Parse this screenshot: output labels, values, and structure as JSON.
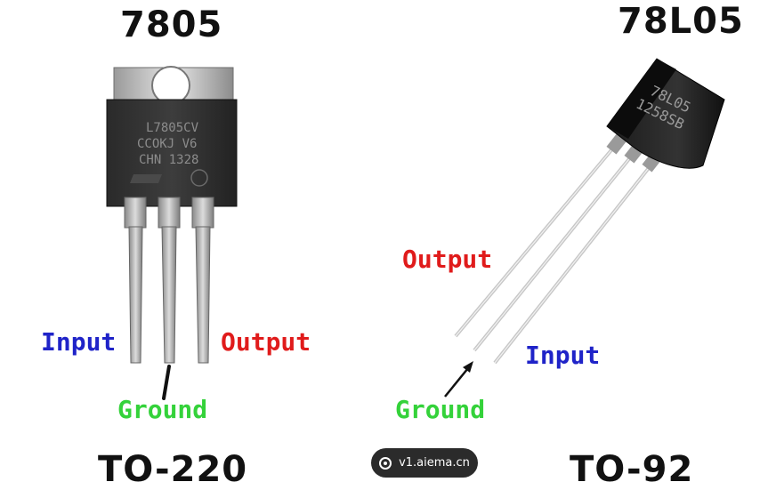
{
  "left": {
    "part_number": "7805",
    "package": "TO-220",
    "marking": [
      "L7805CV",
      "CCOKJ V6",
      "CHN 1328"
    ],
    "pins": {
      "input": "Input",
      "ground": "Ground",
      "output": "Output"
    }
  },
  "right": {
    "part_number": "78L05",
    "package": "TO-92",
    "marking": [
      "78L05",
      "1258SB"
    ],
    "pins": {
      "output": "Output",
      "ground": "Ground",
      "input": "Input"
    }
  },
  "watermark": {
    "text": "v1.aiema.cn",
    "icon": "globe-icon"
  },
  "colors": {
    "input": "#1f23c8",
    "ground": "#34d23a",
    "output": "#e01b1b",
    "title": "#111111"
  }
}
